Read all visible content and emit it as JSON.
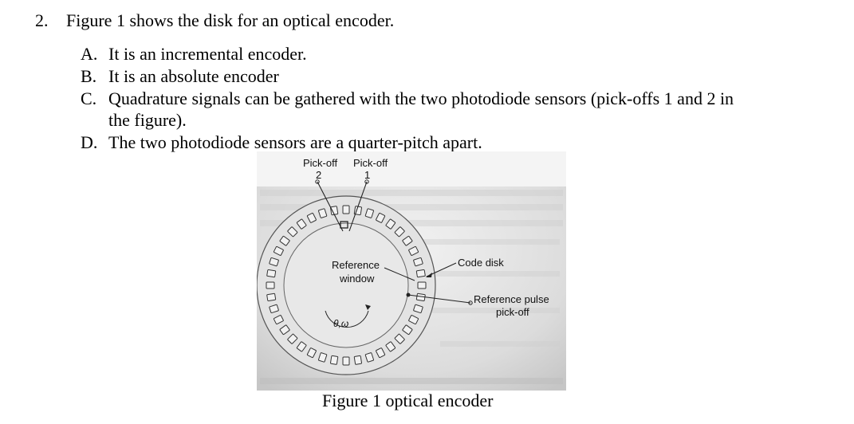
{
  "question": {
    "number": "2.",
    "text": "Figure 1 shows the disk for an optical encoder."
  },
  "options": [
    {
      "letter": "A.",
      "line1": "It is an incremental encoder.",
      "line2": ""
    },
    {
      "letter": "B.",
      "line1": "It is an absolute encoder",
      "line2": ""
    },
    {
      "letter": "C.",
      "line1": "Quadrature signals can be gathered with the two photodiode sensors (pick-offs 1 and 2 in",
      "line2": "the figure)."
    },
    {
      "letter": "D.",
      "line1": "The two photodiode sensors are a quarter-pitch apart.",
      "line2": ""
    }
  ],
  "figure": {
    "labels": {
      "pickoff_left": "Pick-off",
      "pickoff_left_num": "2",
      "pickoff_right": "Pick-off",
      "pickoff_right_num": "1",
      "reference_window_1": "Reference",
      "reference_window_2": "window",
      "code_disk": "Code disk",
      "reference_pulse_1": "Reference pulse",
      "reference_pulse_2": "pick-off",
      "theta_omega": "θ,ω"
    },
    "caption": "Figure 1 optical encoder"
  }
}
